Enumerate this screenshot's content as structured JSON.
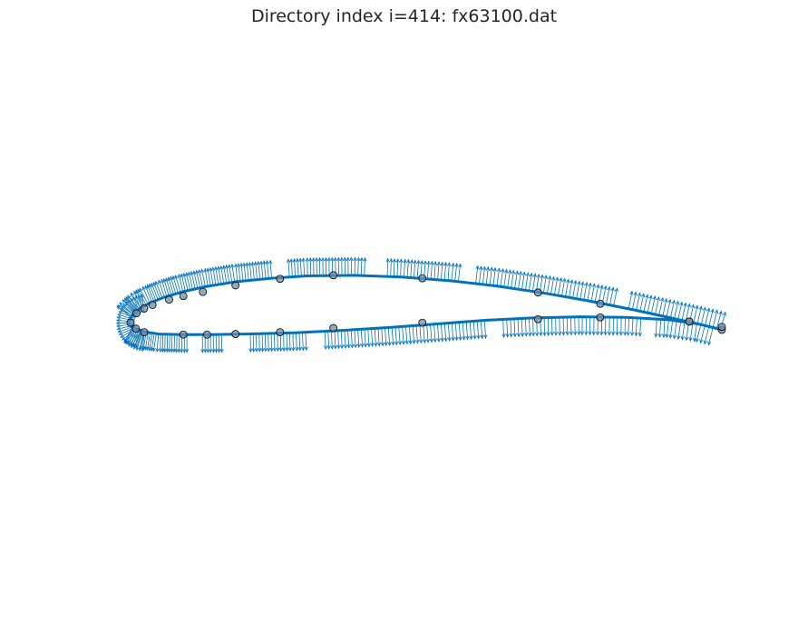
{
  "chart_data": {
    "type": "line",
    "title": "Directory index i=414: fx63100.dat",
    "xlabel": "",
    "ylabel": "",
    "axes_visible": false,
    "grid": false,
    "colors": {
      "curve": "#0072BD",
      "normals": "#0072BD",
      "marker_edge": "#000000",
      "marker_fill": "#6f8fa8"
    },
    "series": [
      {
        "type": "line",
        "values": {
          "x": [
            1.0,
            0.985,
            0.955,
            0.91,
            0.85,
            0.78,
            0.7,
            0.62,
            0.54,
            0.46,
            0.38,
            0.3,
            0.24,
            0.18,
            0.13,
            0.09,
            0.06,
            0.035,
            0.02,
            0.008,
            0.002,
            0.0,
            0.004,
            0.012,
            0.025,
            0.05,
            0.09,
            0.14,
            0.2,
            0.28,
            0.36,
            0.44,
            0.52,
            0.6,
            0.68,
            0.76,
            0.84,
            0.91,
            0.96,
            1.0
          ],
          "y": [
            0.0,
            0.004,
            0.011,
            0.021,
            0.034,
            0.048,
            0.062,
            0.074,
            0.083,
            0.089,
            0.092,
            0.091,
            0.087,
            0.081,
            0.073,
            0.064,
            0.055,
            0.045,
            0.037,
            0.027,
            0.019,
            0.012,
            0.006,
            0.002,
            -0.003,
            -0.007,
            -0.008,
            -0.008,
            -0.007,
            -0.005,
            -0.001,
            0.004,
            0.01,
            0.016,
            0.02,
            0.022,
            0.021,
            0.017,
            0.01,
            0.0
          ]
        }
      },
      {
        "type": "scatter",
        "values": {
          "x": [
            1.0,
            0.945,
            0.795,
            0.69,
            0.495,
            0.345,
            0.255,
            0.18,
            0.125,
            0.092,
            0.068,
            0.04,
            0.026,
            0.013,
            0.003,
            0.012,
            0.026,
            0.092,
            0.132,
            0.18,
            0.255,
            0.345,
            0.495,
            0.69,
            0.795,
            0.945,
            1.0
          ],
          "y": [
            0.0,
            0.014,
            0.044,
            0.063,
            0.087,
            0.092,
            0.086,
            0.075,
            0.064,
            0.057,
            0.051,
            0.042,
            0.036,
            0.028,
            0.012,
            0.002,
            -0.004,
            -0.008,
            -0.008,
            -0.007,
            -0.004,
            0.003,
            0.012,
            0.018,
            0.021,
            0.014,
            0.005
          ]
        }
      }
    ],
    "normal_vectors": {
      "upper_x_start": 0.004,
      "upper_x_end": 0.998,
      "lower_x_start": 0.006,
      "lower_x_end": 0.985,
      "count_upper": 190,
      "count_lower": 180,
      "length": 0.03,
      "gaps_upper": [
        [
          0.245,
          0.27
        ],
        [
          0.4,
          0.435
        ],
        [
          0.56,
          0.585
        ],
        [
          0.82,
          0.84
        ]
      ],
      "gaps_lower": [
        [
          0.1,
          0.12
        ],
        [
          0.16,
          0.2
        ],
        [
          0.3,
          0.33
        ],
        [
          0.6,
          0.63
        ],
        [
          0.87,
          0.885
        ]
      ]
    },
    "xlim": [
      -0.03,
      1.03
    ],
    "ylim": [
      -0.51,
      0.45
    ],
    "aspect": "equal"
  }
}
